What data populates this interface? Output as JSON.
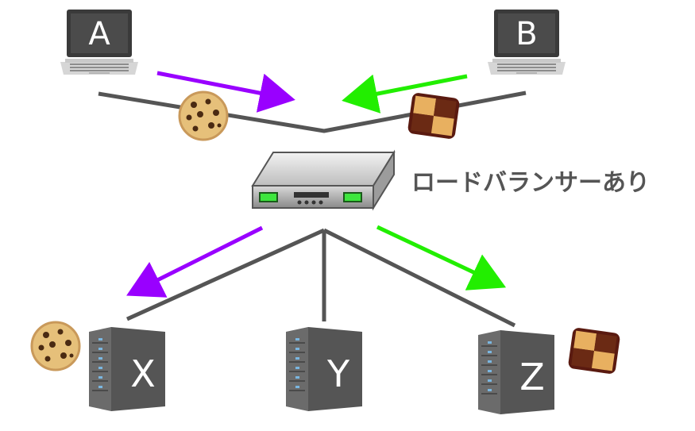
{
  "diagram": {
    "caption": "ロードバランサーあり",
    "clients": [
      {
        "id": "A",
        "label": "A"
      },
      {
        "id": "B",
        "label": "B"
      }
    ],
    "servers": [
      {
        "id": "X",
        "label": "X"
      },
      {
        "id": "Y",
        "label": "Y"
      },
      {
        "id": "Z",
        "label": "Z"
      }
    ],
    "flows": [
      {
        "from": "A",
        "to": "X",
        "color": "#9900ff",
        "cookie": "round-cookie-icon"
      },
      {
        "from": "B",
        "to": "Z",
        "color": "#22ee00",
        "cookie": "checker-cookie-icon"
      }
    ],
    "colors": {
      "line": "#555555",
      "purple_arrow": "#9900ff",
      "green_arrow": "#22ee00",
      "caption": "#555555"
    }
  }
}
